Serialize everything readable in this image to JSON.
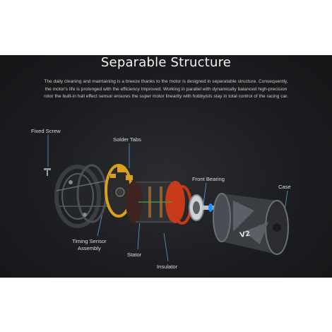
{
  "title": "Separable Structure",
  "description": "The daily cleaning and maintaining is a breeze thanks to the motor is designed in separatable structure. Consequently, the motor's life is prolonged with the efficiency Improved. Working in parallel with dynamically balanced high-precision rotor the built-in hall effect sensor ensures the super motor linearity with hobbyists stay in total control of the racing car.",
  "labels": {
    "fixed_screw": "Fixed Screw",
    "solder_tabs": "Solder Tabs",
    "front_bearing": "Front Bearing",
    "case": "Case",
    "timing_sensor_line1": "Timing Sensor",
    "timing_sensor_line2": "Assembly",
    "stator": "Stator",
    "insulator": "Insulator"
  },
  "colors": {
    "background": "#1c1d20",
    "rotor_red": "#c63a1a",
    "solder_gold": "#d8a020",
    "line_blue": "#4aa8d8"
  }
}
